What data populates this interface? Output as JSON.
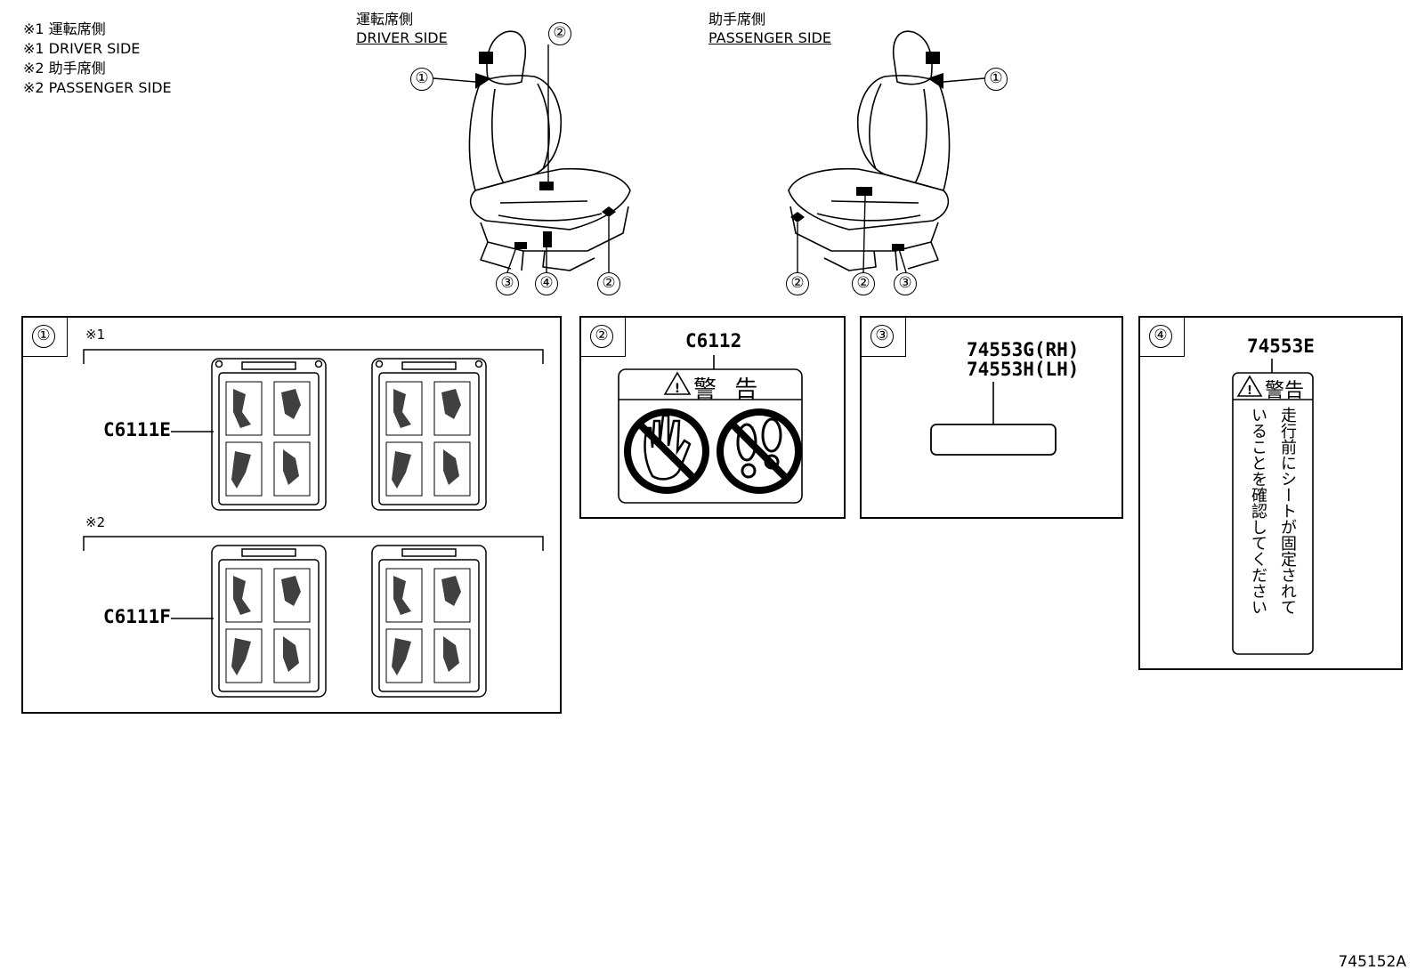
{
  "legend": [
    "※1 運転席側",
    "※1 DRIVER SIDE",
    "※2 助手席側",
    "※2 PASSENGER SIDE"
  ],
  "driver_side": {
    "jp": "運転席側",
    "en": "DRIVER SIDE"
  },
  "passenger_side": {
    "jp": "助手席側",
    "en": "PASSENGER SIDE"
  },
  "callouts": {
    "driver": [
      "①",
      "②",
      "③",
      "④",
      "②"
    ],
    "passenger": [
      "①",
      "②",
      "②",
      "③"
    ]
  },
  "panels": {
    "p1": {
      "index": "①",
      "group1_mark": "※1",
      "group2_mark": "※2",
      "part_e": "C6111E",
      "part_f": "C6111F"
    },
    "p2": {
      "index": "②",
      "part": "C6112",
      "warning": "警 告"
    },
    "p3": {
      "index": "③",
      "part_rh": "74553G(RH)",
      "part_lh": "74553H(LH)"
    },
    "p4": {
      "index": "④",
      "part": "74553E",
      "warning": "警告",
      "text_col1": "走行前にシートが固定されて",
      "text_col2": "いることを確認してください"
    }
  },
  "figure_id": "745152A"
}
